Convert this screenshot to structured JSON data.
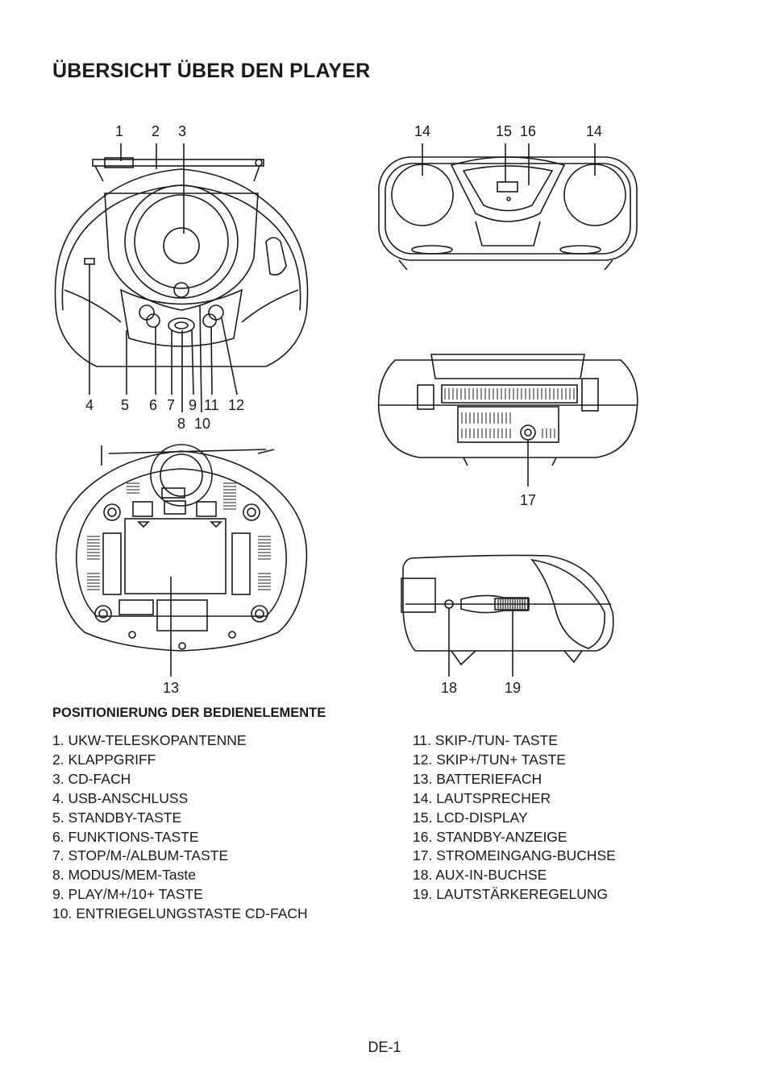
{
  "page": {
    "title": "ÜBERSICHT ÜBER DEN PLAYER",
    "section_heading": "POSITIONIERUNG DER BEDIENELEMENTE",
    "page_number": "DE-1"
  },
  "controls_left": [
    "1. UKW-TELESKOPANTENNE",
    "2. KLAPPGRIFF",
    "3. CD-FACH",
    "4. USB-ANSCHLUSS",
    "5. STANDBY-TASTE",
    "6. FUNKTIONS-TASTE",
    "7. STOP/M-/ALBUM-TASTE",
    "8. MODUS/MEM-Taste",
    "9. PLAY/M+/10+ TASTE",
    "10. ENTRIEGELUNGSTASTE CD-FACH"
  ],
  "controls_right": [
    "11. SKIP-/TUN- TASTE",
    "12. SKIP+/TUN+ TASTE",
    "13. BATTERIEFACH",
    "14. LAUTSPRECHER",
    "15. LCD-DISPLAY",
    "16. STANDBY-ANZEIGE",
    "17. STROMEINGANG-BUCHSE",
    "18. AUX-IN-BUCHSE",
    "19. LAUTSTÄRKEREGELUNG"
  ],
  "callouts": {
    "n1": "1",
    "n2": "2",
    "n3": "3",
    "n4": "4",
    "n5": "5",
    "n6": "6",
    "n7": "7",
    "n8": "8",
    "n9": "9",
    "n10": "10",
    "n11": "11",
    "n12": "12",
    "n13": "13",
    "n14a": "14",
    "n14b": "14",
    "n15": "15",
    "n16": "16",
    "n17": "17",
    "n18": "18",
    "n19": "19"
  }
}
